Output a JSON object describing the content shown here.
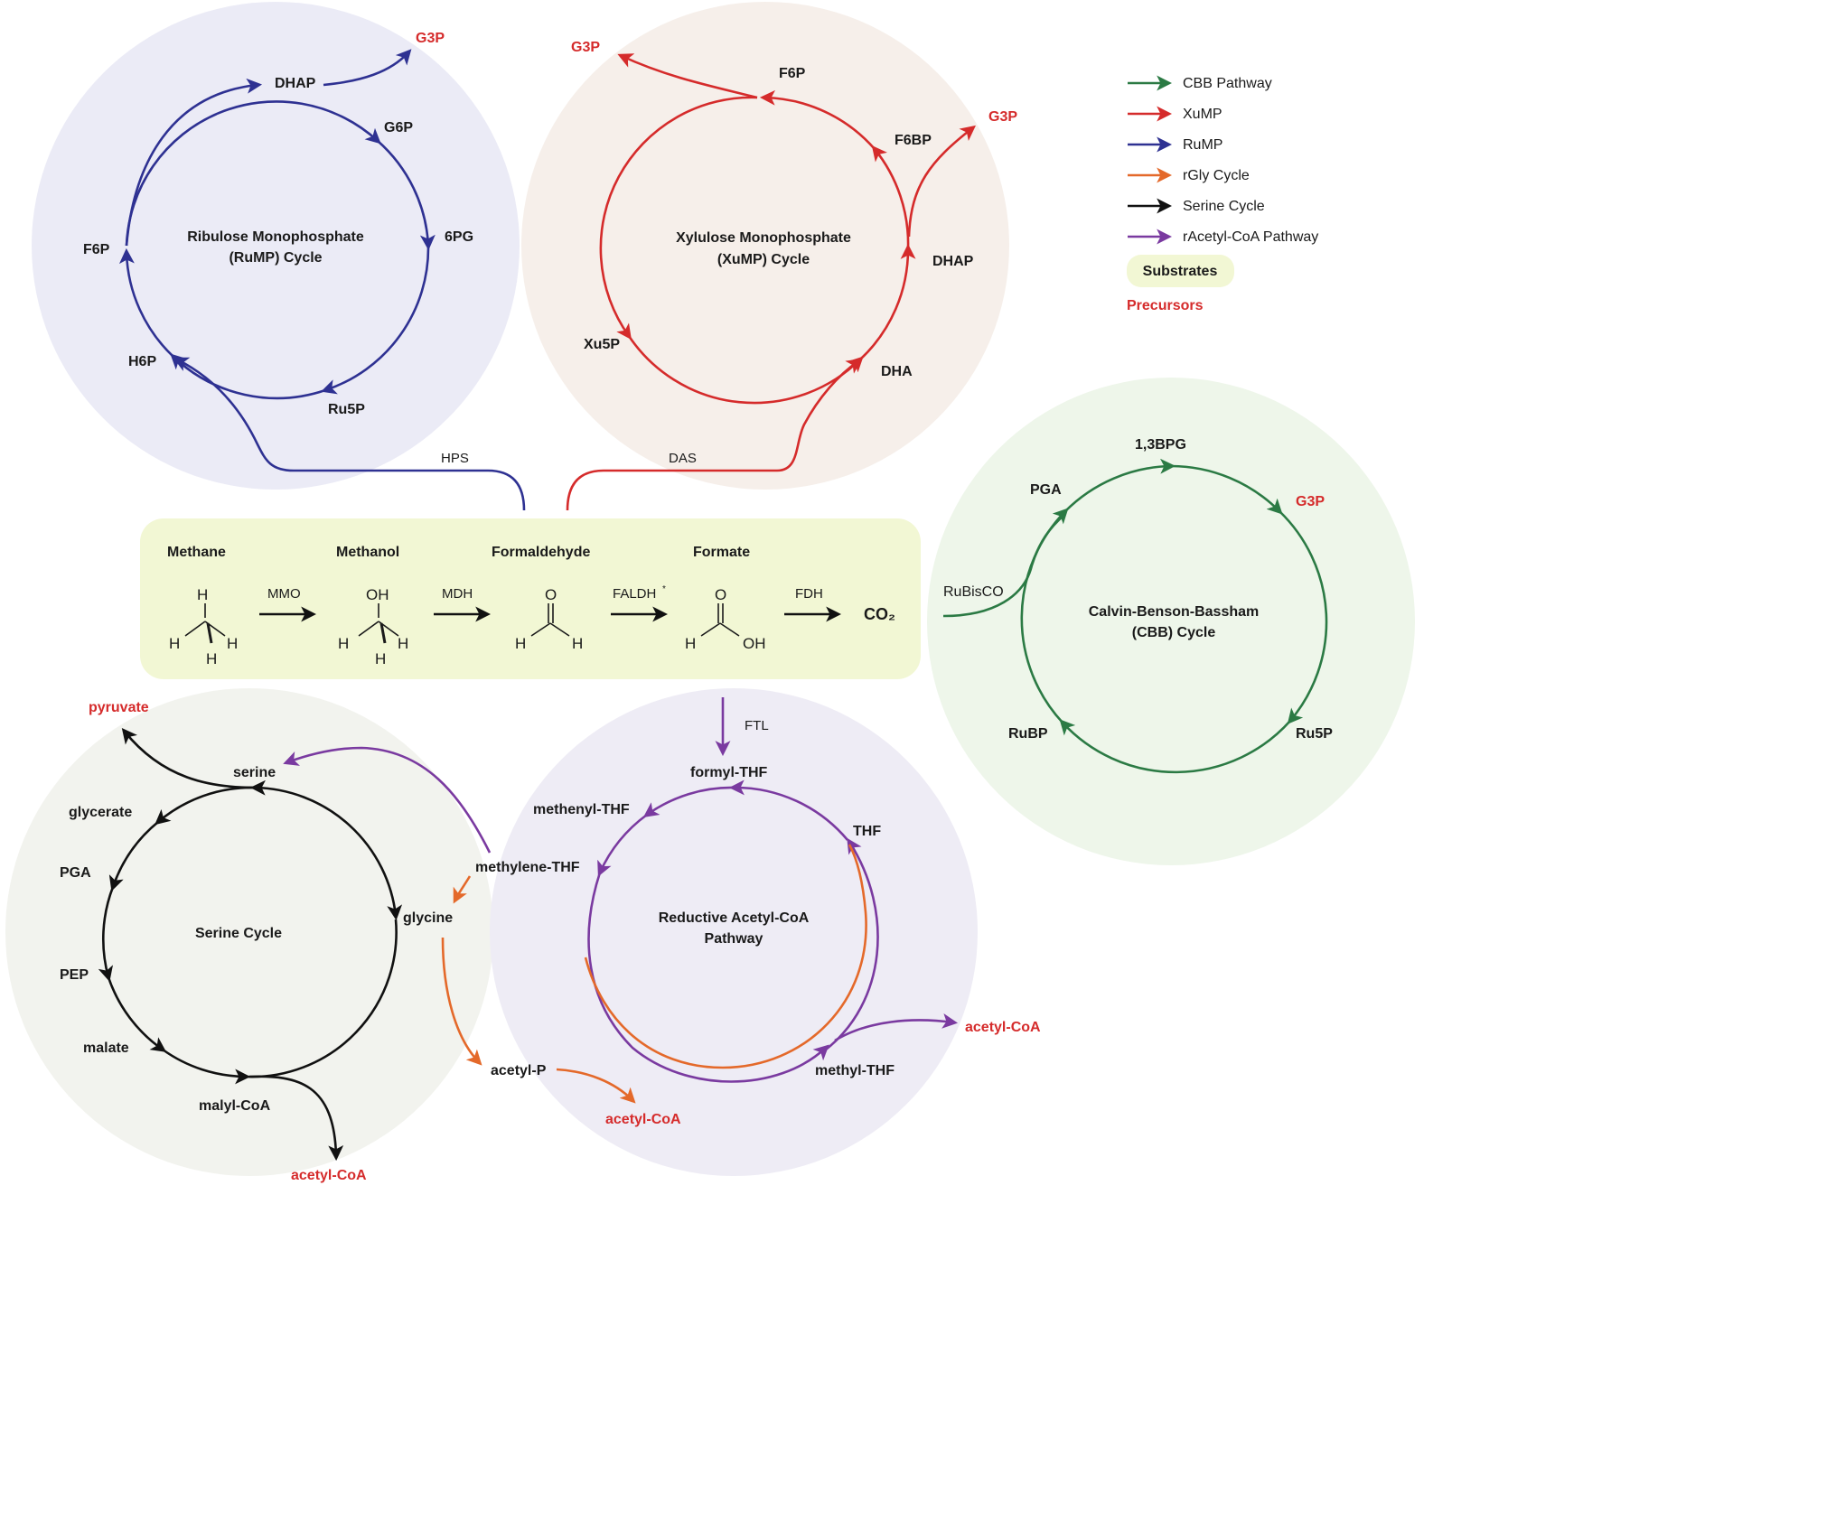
{
  "colors": {
    "cbb": "#2b7a44",
    "xump": "#d52b2b",
    "rump": "#2e3192",
    "rgly": "#e4692a",
    "serine": "#111111",
    "racetyl": "#7a3aa0",
    "substrate_bg": "#f2f7d4",
    "precursor": "#d52b2b"
  },
  "legend": {
    "items": [
      {
        "label": "CBB Pathway",
        "color": "#2b7a44"
      },
      {
        "label": "XuMP",
        "color": "#d52b2b"
      },
      {
        "label": "RuMP",
        "color": "#2e3192"
      },
      {
        "label": "rGly Cycle",
        "color": "#e4692a"
      },
      {
        "label": "Serine Cycle",
        "color": "#111111"
      },
      {
        "label": "rAcetyl-CoA Pathway",
        "color": "#7a3aa0"
      }
    ],
    "substrates": "Substrates",
    "precursors": "Precursors"
  },
  "rump": {
    "title1": "Ribulose Monophosphate",
    "title2": "(RuMP) Cycle",
    "dhap": "DHAP",
    "g3p": "G3P",
    "g6p": "G6P",
    "pg6": "6PG",
    "f6p": "F6P",
    "h6p": "H6P",
    "ru5p": "Ru5P",
    "enzyme": "HPS"
  },
  "xump": {
    "title1": "Xylulose Monophosphate",
    "title2": "(XuMP) Cycle",
    "g3p_a": "G3P",
    "f6p": "F6P",
    "g3p_b": "G3P",
    "f6bp": "F6BP",
    "dhap": "DHAP",
    "xu5p": "Xu5P",
    "dha": "DHA",
    "enzyme": "DAS"
  },
  "substrates": {
    "methane": "Methane",
    "methanol": "Methanol",
    "formaldehyde": "Formaldehyde",
    "formate": "Formate",
    "mmo": "MMO",
    "mdh": "MDH",
    "faldh": "FALDH",
    "faldh_sup": "*",
    "fdh": "FDH",
    "co2": "CO₂",
    "h": "H",
    "oh": "OH",
    "o": "O"
  },
  "cbb": {
    "title1": "Calvin-Benson-Bassham",
    "title2": "(CBB) Cycle",
    "bpg": "1,3BPG",
    "pga": "PGA",
    "g3p": "G3P",
    "rubisco": "RuBisCO",
    "rubp": "RuBP",
    "ru5p": "Ru5P"
  },
  "serine": {
    "title": "Serine Cycle",
    "pyruvate": "pyruvate",
    "serine": "serine",
    "glycerate": "glycerate",
    "pga": "PGA",
    "pep": "PEP",
    "malate": "malate",
    "malylcoa": "malyl-CoA",
    "acetylcoa": "acetyl-CoA",
    "glycine": "glycine"
  },
  "racetyl": {
    "title1": "Reductive Acetyl-CoA",
    "title2": "Pathway",
    "ftl": "FTL",
    "formylthf": "formyl-THF",
    "methenylthf": "methenyl-THF",
    "methylenethf": "methylene-THF",
    "thf": "THF",
    "methylthf": "methyl-THF",
    "acetylcoa_r": "acetyl-CoA",
    "acetylp": "acetyl-P",
    "acetylcoa_b": "acetyl-CoA"
  }
}
